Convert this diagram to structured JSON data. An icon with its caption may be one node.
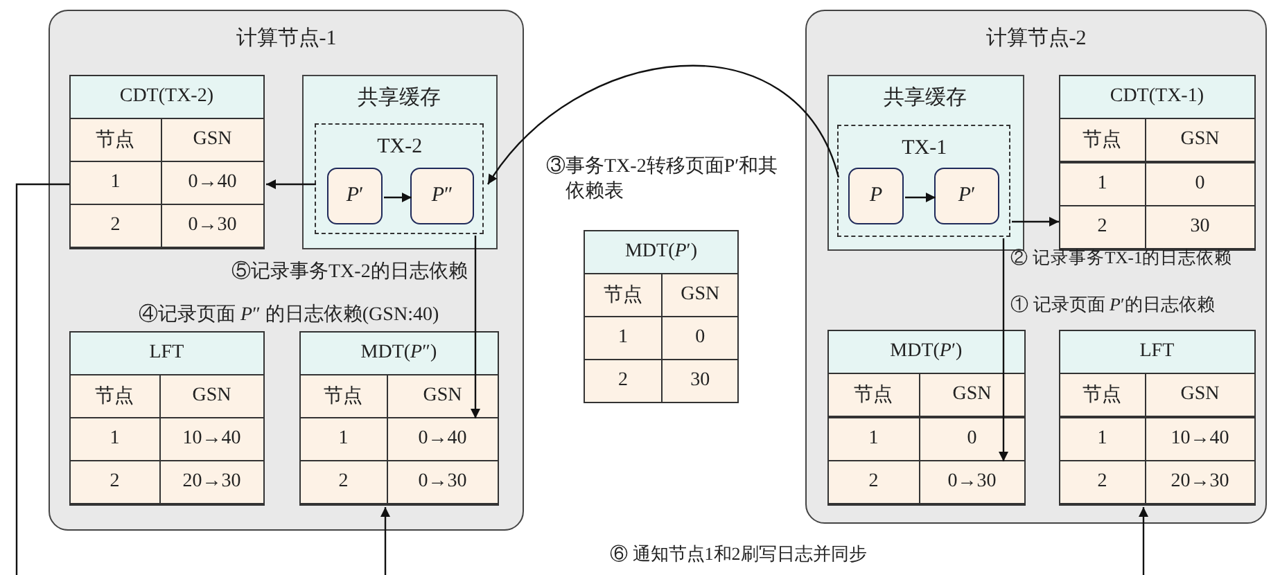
{
  "diagram": {
    "nodes": [
      {
        "text": [
          "计算节点-1"
        ]
      },
      {
        "text": [
          "CDT(TX-2)"
        ],
        "in": 0
      },
      {
        "text": [
          "共享缓存"
        ],
        "in": 0
      },
      {
        "text": [
          "TX-2"
        ],
        "in": 2
      },
      {
        "text": [
          "*P*′"
        ],
        "in": 3
      },
      {
        "text": [
          "*P*″"
        ],
        "in": 3
      },
      {
        "text": [
          "LFT"
        ],
        "in": 0
      },
      {
        "text": [
          "MDT(*P*″)"
        ],
        "in": 0
      },
      {
        "text": [
          "计算节点-2"
        ]
      },
      {
        "text": [
          "共享缓存"
        ],
        "in": 8
      },
      {
        "text": [
          "TX-1"
        ],
        "in": 9
      },
      {
        "text": [
          "*P*"
        ],
        "in": 10
      },
      {
        "text": [
          "*P*′"
        ],
        "in": 10
      },
      {
        "text": [
          "CDT(TX-1)"
        ],
        "in": 8
      },
      {
        "text": [
          "MDT(*P*′)"
        ],
        "in": 8
      },
      {
        "text": [
          "LFT"
        ],
        "in": 8
      },
      {
        "text": [
          "MDT(*P*′)"
        ]
      }
    ],
    "edges": [
      {
        "from": 3,
        "to": 1,
        "arrow": "to"
      },
      {
        "from": 4,
        "to": 5,
        "arrow": "to"
      },
      {
        "from": 3,
        "to": 7,
        "arrow": "to"
      },
      {
        "from": 10,
        "to": 3,
        "arrow": "to"
      },
      {
        "from": 11,
        "to": 12,
        "arrow": "to"
      },
      {
        "from": 10,
        "to": 13,
        "arrow": "to"
      },
      {
        "from": 10,
        "to": 14,
        "arrow": "to"
      },
      {
        "from": 1,
        "to": null,
        "arrow": "none"
      },
      {
        "from": null,
        "to": 7,
        "arrow": "to"
      },
      {
        "from": null,
        "to": 15,
        "arrow": "to"
      }
    ],
    "labels": [
      "节点",
      "GSN",
      "1",
      "0→40",
      "2",
      "0→30",
      "节点",
      "GSN",
      "1",
      "10→40",
      "2",
      "20→30",
      "节点",
      "GSN",
      "1",
      "0→40",
      "2",
      "0→30",
      "节点",
      "GSN",
      "1",
      "0",
      "2",
      "30",
      "节点",
      "GSN",
      "1",
      "0",
      "2",
      "0→30",
      "节点",
      "GSN",
      "1",
      "10→40",
      "2",
      "20→30",
      "节点",
      "GSN",
      "1",
      "0",
      "2",
      "30",
      "③事务TX-2转移页面P′和其依赖表",
      "⑤记录事务TX-2的日志依赖",
      "④记录页面 *P*″ 的日志依赖(GSN:40)",
      "② 记录事务TX-1的日志依赖",
      "① 记录页面 *P*′的日志依赖",
      "⑥ 通知节点1和2刷写日志并同步"
    ]
  }
}
